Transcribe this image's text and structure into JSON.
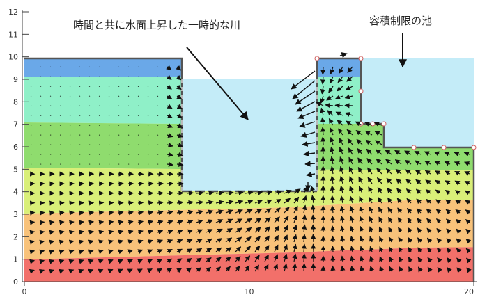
{
  "annotations": {
    "river_label": "時間と共に水面上昇した一時的な川",
    "pond_label": "容積制限の池"
  },
  "axes": {
    "x_ticks": [
      "0",
      "10",
      "20"
    ],
    "y_ticks": [
      "0",
      "1",
      "2",
      "3",
      "4",
      "5",
      "6",
      "7",
      "8",
      "9",
      "10",
      "11",
      "12"
    ],
    "xlim": [
      0,
      20
    ],
    "ylim": [
      0,
      12
    ]
  },
  "colors": {
    "layer_red": "#f2706a",
    "layer_orange": "#f8c27a",
    "layer_yellow_green": "#d9ef78",
    "layer_green": "#8fdc6e",
    "layer_teal": "#8ff0c8",
    "layer_blue": "#6aa8e8",
    "water": "#c4ecf8",
    "boundary": "#555555",
    "vector": "#111111"
  }
}
